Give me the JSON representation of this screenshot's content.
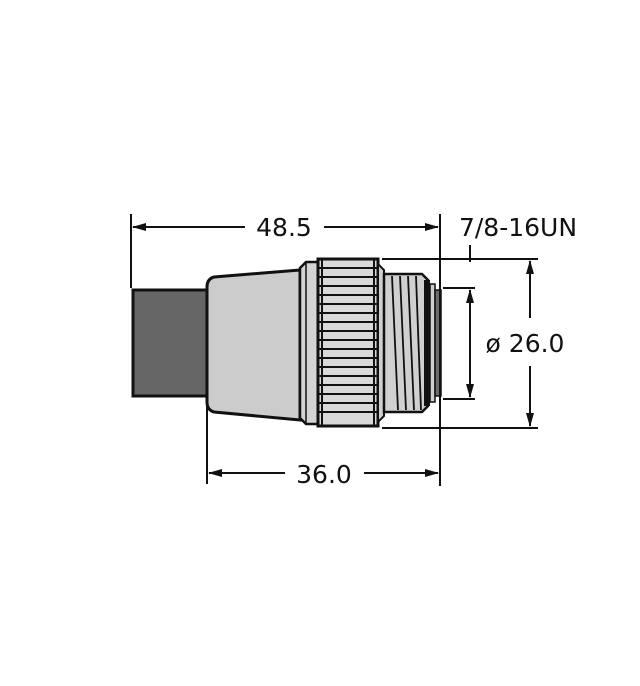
{
  "diagram": {
    "subject": "Connector with knurled coupling nut and threaded male end",
    "dimensions": {
      "overall_length": "48.5",
      "body_length": "36.0",
      "diameter": "ø 26.0",
      "thread": "7/8-16UN"
    },
    "colors": {
      "cable": "#666666",
      "body": "#cccccc",
      "nut_stripe_light": "#d9d9d9",
      "outline": "#111111",
      "insert": "#6b6b6b"
    }
  }
}
